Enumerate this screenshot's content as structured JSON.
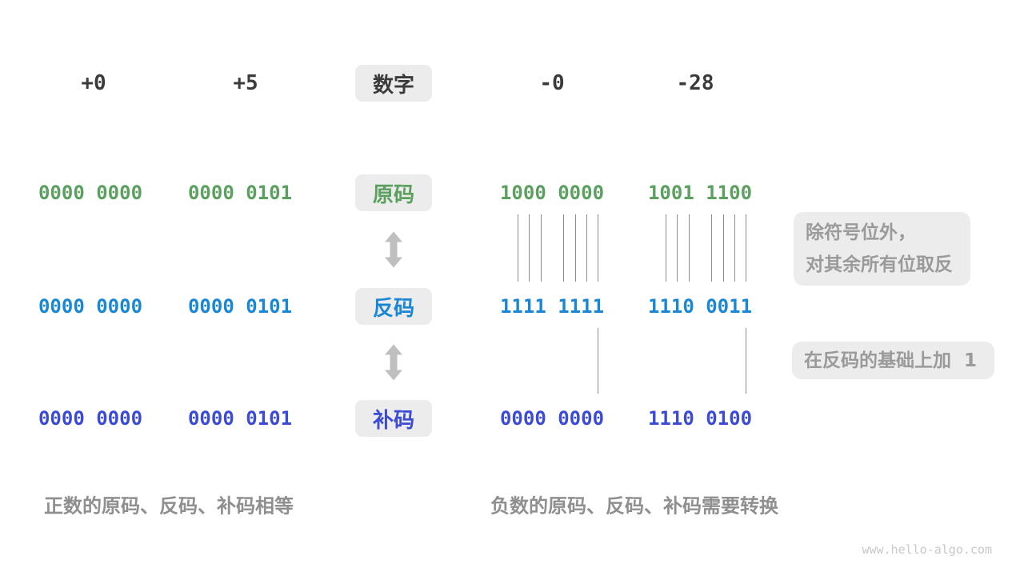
{
  "figure": {
    "watermark": "www.hello-algo.com"
  },
  "colors": {
    "sign_magnitude_green": "#5ba05f",
    "ones_complement_blue": "#1a87d4",
    "twos_complement_indigo": "#3c4bd6",
    "header_text": "#3b3b3b",
    "box_background": "#ececec",
    "annotation_text": "#9a9a9a",
    "caption_text": "#8f8f8f",
    "arrow_gray": "#bfbfbf",
    "connector_line": "#8c8c8c"
  },
  "header": {
    "box_label": "数字",
    "columns": [
      {
        "id": "pos0",
        "label": "+0"
      },
      {
        "id": "pos5",
        "label": "+5"
      },
      {
        "id": "neg0",
        "label": "-0"
      },
      {
        "id": "neg28",
        "label": "-28"
      }
    ]
  },
  "rows": [
    {
      "id": "sign-magnitude",
      "label": "原码",
      "values": {
        "pos0": "0000 0000",
        "pos5": "0000 0101",
        "neg0": "1000 0000",
        "neg28": "1001 1100"
      }
    },
    {
      "id": "ones-complement",
      "label": "反码",
      "values": {
        "pos0": "0000 0000",
        "pos5": "0000 0101",
        "neg0": "1111 1111",
        "neg28": "1110 0011"
      }
    },
    {
      "id": "twos-complement",
      "label": "补码",
      "values": {
        "pos0": "0000 0000",
        "pos5": "0000 0101",
        "neg0": "0000 0000",
        "neg28": "1110 0100"
      }
    }
  ],
  "annotations": {
    "flip_line1": "除符号位外，",
    "flip_line2": "对其余所有位取反",
    "add_one": "在反码的基础上加  1"
  },
  "captions": {
    "positive": "正数的原码、反码、补码相等",
    "negative": "负数的原码、反码、补码需要转换"
  }
}
